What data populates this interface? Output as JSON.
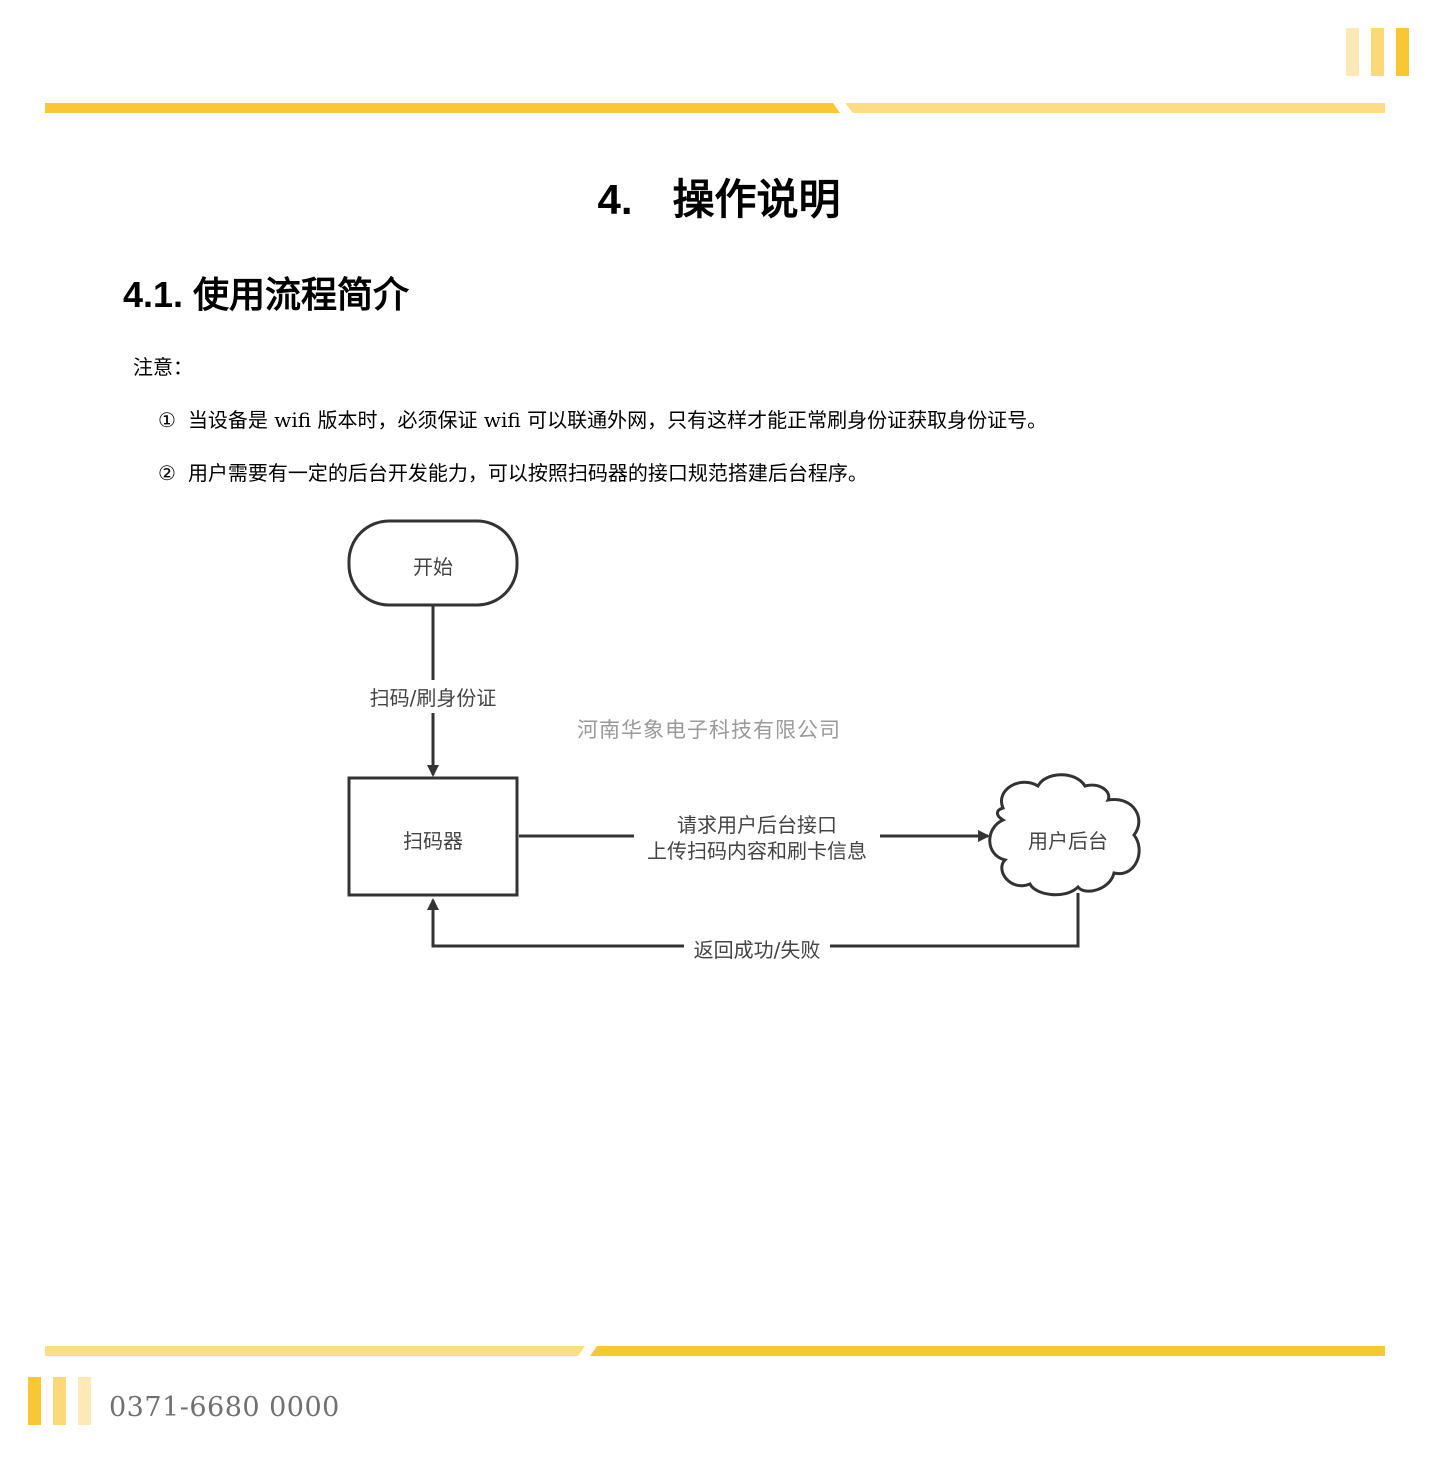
{
  "header": {
    "colors": {
      "primary": "#F9C733",
      "light": "#FCD978",
      "pale": "#FDE9B6"
    }
  },
  "document": {
    "chapter": {
      "number": "4.",
      "title": "操作说明"
    },
    "section": {
      "number": "4.1.",
      "title": "使用流程简介"
    },
    "note_label": "注意：",
    "notes": [
      {
        "mark": "①",
        "text": "当设备是 wifi 版本时，必须保证 wifi 可以联通外网，只有这样才能正常刷身份证获取身份证号。"
      },
      {
        "mark": "②",
        "text": "用户需要有一定的后台开发能力，可以按照扫码器的接口规范搭建后台程序。"
      }
    ]
  },
  "diagram": {
    "nodes": {
      "start": "开始",
      "scanner": "扫码器",
      "backend": "用户后台"
    },
    "edges": {
      "start_to_scanner": "扫码/刷身份证",
      "scanner_to_backend_line1": "请求用户后台接口",
      "scanner_to_backend_line2": "上传扫码内容和刷卡信息",
      "backend_to_scanner": "返回成功/失败"
    },
    "watermark": "河南华象电子科技有限公司"
  },
  "footer": {
    "phone": "0371-6680 0000"
  }
}
